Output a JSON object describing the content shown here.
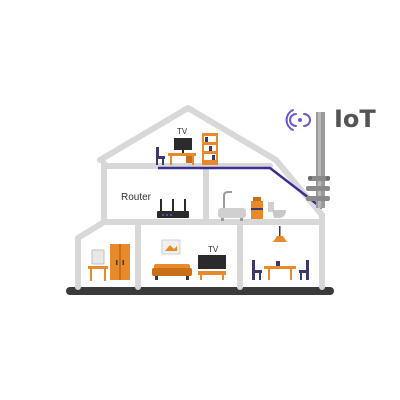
{
  "title": "IoT",
  "labels": {
    "router": "Router",
    "tv_upstairs": "TV",
    "tv_downstairs": "TV"
  },
  "rooms": [
    {
      "name": "attic-bedroom",
      "items": [
        "tv",
        "desk",
        "chair",
        "bookshelf"
      ]
    },
    {
      "name": "office",
      "items": [
        "router"
      ]
    },
    {
      "name": "bathroom",
      "items": [
        "bathtub",
        "shower",
        "cabinet",
        "toilet"
      ]
    },
    {
      "name": "entry",
      "items": [
        "mirror",
        "side-table",
        "wardrobe"
      ]
    },
    {
      "name": "living-room",
      "items": [
        "picture",
        "sofa",
        "tv",
        "tv-stand"
      ]
    },
    {
      "name": "dining-room",
      "items": [
        "lamp",
        "dining-table",
        "chairs"
      ]
    }
  ],
  "colors": {
    "wall": "#d8d8d8",
    "ground": "#3a3a3a",
    "accent_orange": "#e8892b",
    "network_line": "#3b2f8f",
    "tower": "#9a9a9a",
    "title": "#555555",
    "wifi": "#6a5acd"
  }
}
